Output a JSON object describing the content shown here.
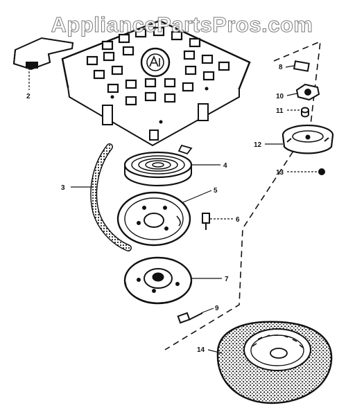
{
  "watermark": "AppliancePartsPros.com",
  "callouts": [
    "1",
    "2",
    "3",
    "4",
    "5",
    "6",
    "7",
    "8",
    "9",
    "10",
    "11",
    "12",
    "13",
    "14"
  ],
  "colors": {
    "ink": "#111111",
    "paper": "#ffffff",
    "shade": "#555555"
  }
}
